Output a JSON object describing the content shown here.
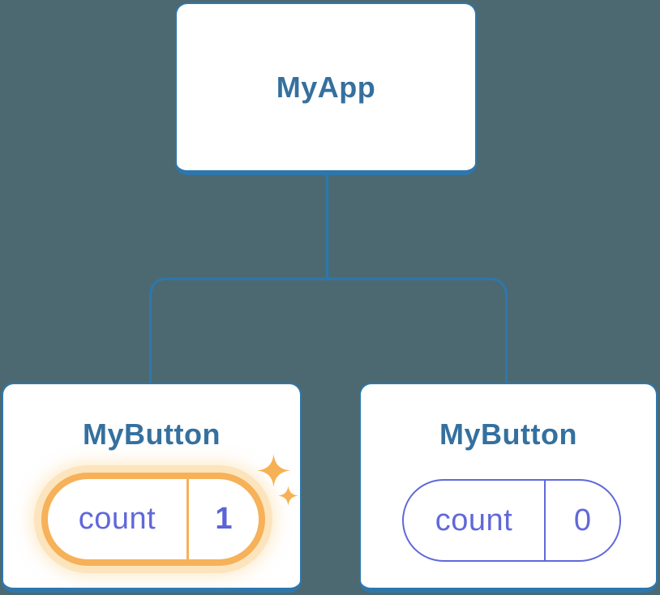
{
  "diagram": {
    "title": "component-tree",
    "background_color": "#4C6971",
    "node_border_color": "#2E77AD",
    "node_title_color": "#35709E",
    "state_text_color": "#6168D9",
    "highlight_orange": "#F6B159",
    "highlight_glow": "#FCE4BD"
  },
  "tree": {
    "root": {
      "label": "MyApp"
    },
    "children": [
      {
        "label": "MyButton",
        "highlighted": true,
        "state": {
          "name": "count",
          "value": "1"
        },
        "icon": "sparkles-icon"
      },
      {
        "label": "MyButton",
        "highlighted": false,
        "state": {
          "name": "count",
          "value": "0"
        }
      }
    ]
  }
}
